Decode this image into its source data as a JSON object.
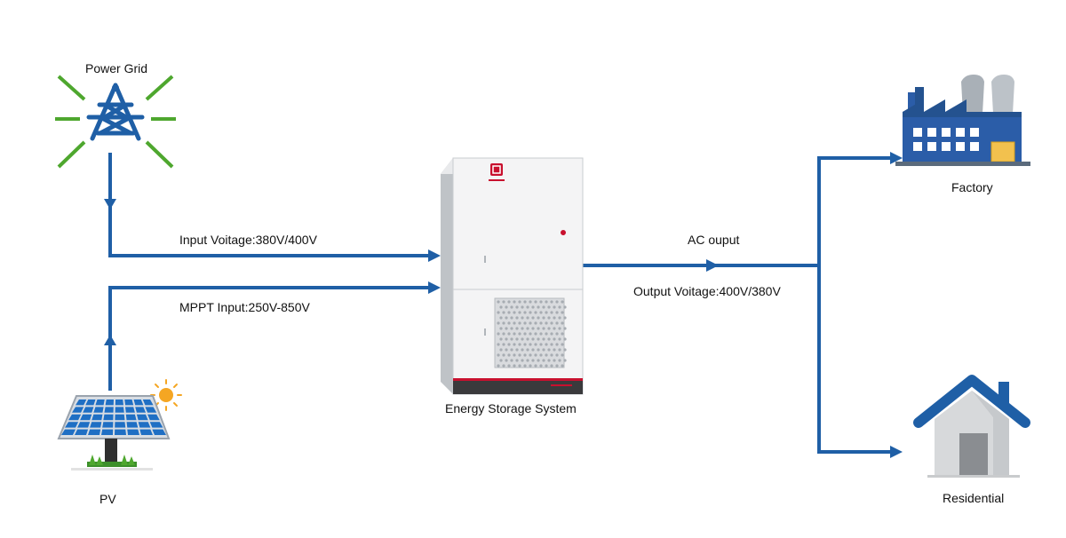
{
  "colors": {
    "flow_line": "#1f5fa6",
    "grid_rays": "#4ea72e",
    "tower": "#1f5fa6",
    "panel": "#1f6fc4",
    "sun": "#f5a623",
    "factory_body": "#2b5da8",
    "house_roof": "#1f5fa6",
    "cabinet_trim": "#c8102e"
  },
  "icons": {
    "power_grid": "transmission-tower-icon",
    "pv": "solar-panel-icon",
    "sun": "sun-icon",
    "ess": "energy-storage-cabinet-icon",
    "factory": "factory-icon",
    "residential": "house-icon"
  },
  "nodes": {
    "power_grid": "Power Grid",
    "pv": "PV",
    "ess": "Energy Storage System",
    "factory": "Factory",
    "residential": "Residential"
  },
  "edges": {
    "grid_input": "Input Voitage:380V/400V",
    "pv_input": "MPPT Input:250V-850V",
    "ac_output": "AC ouput",
    "output_voltage": "Output Voitage:400V/380V"
  }
}
